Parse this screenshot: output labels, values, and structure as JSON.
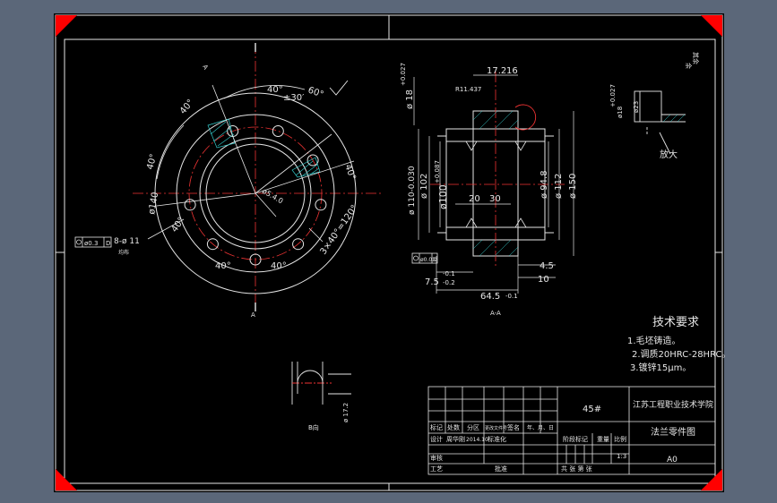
{
  "dims": {
    "top_width": "17.2",
    "top_tol": "16",
    "radius": "R11.437",
    "d18": "ø 18",
    "d18_tol": "+0.027",
    "d110": "ø 110-0.030",
    "d102": "ø 102",
    "d100": "ø100",
    "d100_tol": "+0.087",
    "d94": "ø 94.8",
    "d112": "ø 112",
    "d150": "ø 150",
    "w20": "20",
    "w30": "30",
    "len645": "64.5",
    "len645_tol": "-0.1",
    "len75": "7.5",
    "len75_tol_a": "-0.1",
    "len75_tol_b": "-0.2",
    "len45": "4.5",
    "len10": "10",
    "section_label": "A-A",
    "gdt_tol": "ø0.03",
    "gdt_ref": "D"
  },
  "front_view": {
    "ang40_top": "40°",
    "ang_tol": "±30′",
    "ang60": "60°",
    "ang40_left": "40°",
    "ang40_lower_left": "40°",
    "ang40_right": "40°",
    "ang40_bottom_left": "40°",
    "ang40_bottom_right": "40°",
    "ang40_mid_left": "40°",
    "pitch_circle": "ø140",
    "holes": "8-ø 11",
    "holes_note": "均布",
    "hole_pattern": "3×40°=120°",
    "center_ref": "ø5.4.0",
    "gdt_tol": "ø0.3",
    "gdt_ref": "D",
    "ref_a_top": "A",
    "ref_a_bottom": "A"
  },
  "detail_top_right": {
    "dim_a": "ø18",
    "dim_b": "ø23",
    "dim_c": "+0.027",
    "label": "放大"
  },
  "detail_b": {
    "dim": "ø 17.2",
    "label": "B向"
  },
  "tech": {
    "title": "技术要求",
    "item1": "1.毛坯铸造。",
    "item2": "2.调质20HRC-28HRC。",
    "item3": "3.镀锌15μm。"
  },
  "roughness": {
    "label_a": "其余",
    "label_b": "余"
  },
  "title_block": {
    "material": "45#",
    "school": "江苏工程职业技术学院",
    "part_name": "法兰零件图",
    "drawing_no": "A0",
    "row_labels": [
      "标记",
      "处数",
      "分区",
      "更改文件号",
      "签名",
      "年、月、日"
    ],
    "design": "设计",
    "designer": "周华刚",
    "date": "2014.10",
    "standard": "标准化",
    "stage_mark": "阶段标记",
    "weight": "重量",
    "scale_label": "比例",
    "review": "审核",
    "process": "工艺",
    "approve": "批准",
    "sheets": "共  张 第  张",
    "scale": "1:3"
  }
}
